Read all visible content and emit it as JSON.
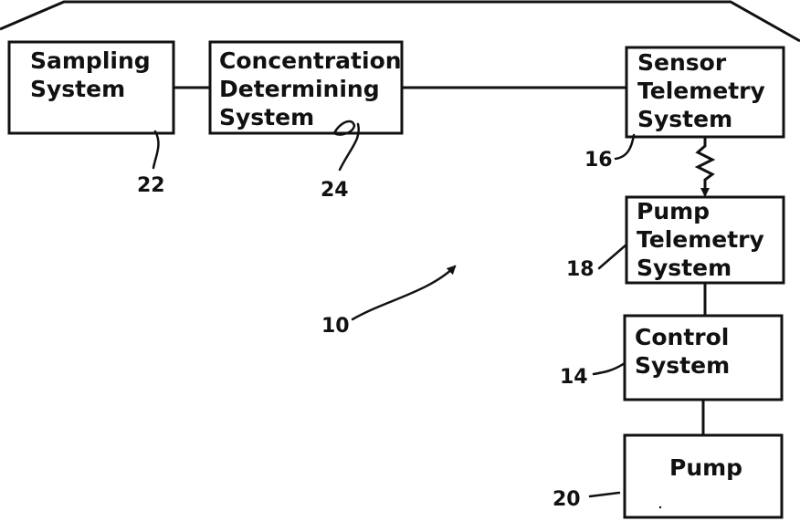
{
  "blocks": {
    "sampling": {
      "line1": "Sampling",
      "line2": "System"
    },
    "concentration": {
      "line1": "Concentration",
      "line2": "Determining",
      "line3": "System"
    },
    "sensor_telemetry": {
      "line1": "Sensor",
      "line2": "Telemetry",
      "line3": "System"
    },
    "pump_telemetry": {
      "line1": "Pump",
      "line2": "Telemetry",
      "line3": "System"
    },
    "control": {
      "line1": "Control",
      "line2": "System"
    },
    "pump": {
      "line1": "Pump"
    }
  },
  "refs": {
    "overall": "10",
    "control": "14",
    "sensor_telemetry": "16",
    "pump_telemetry": "18",
    "pump": "20",
    "sampling": "22",
    "concentration": "24"
  }
}
